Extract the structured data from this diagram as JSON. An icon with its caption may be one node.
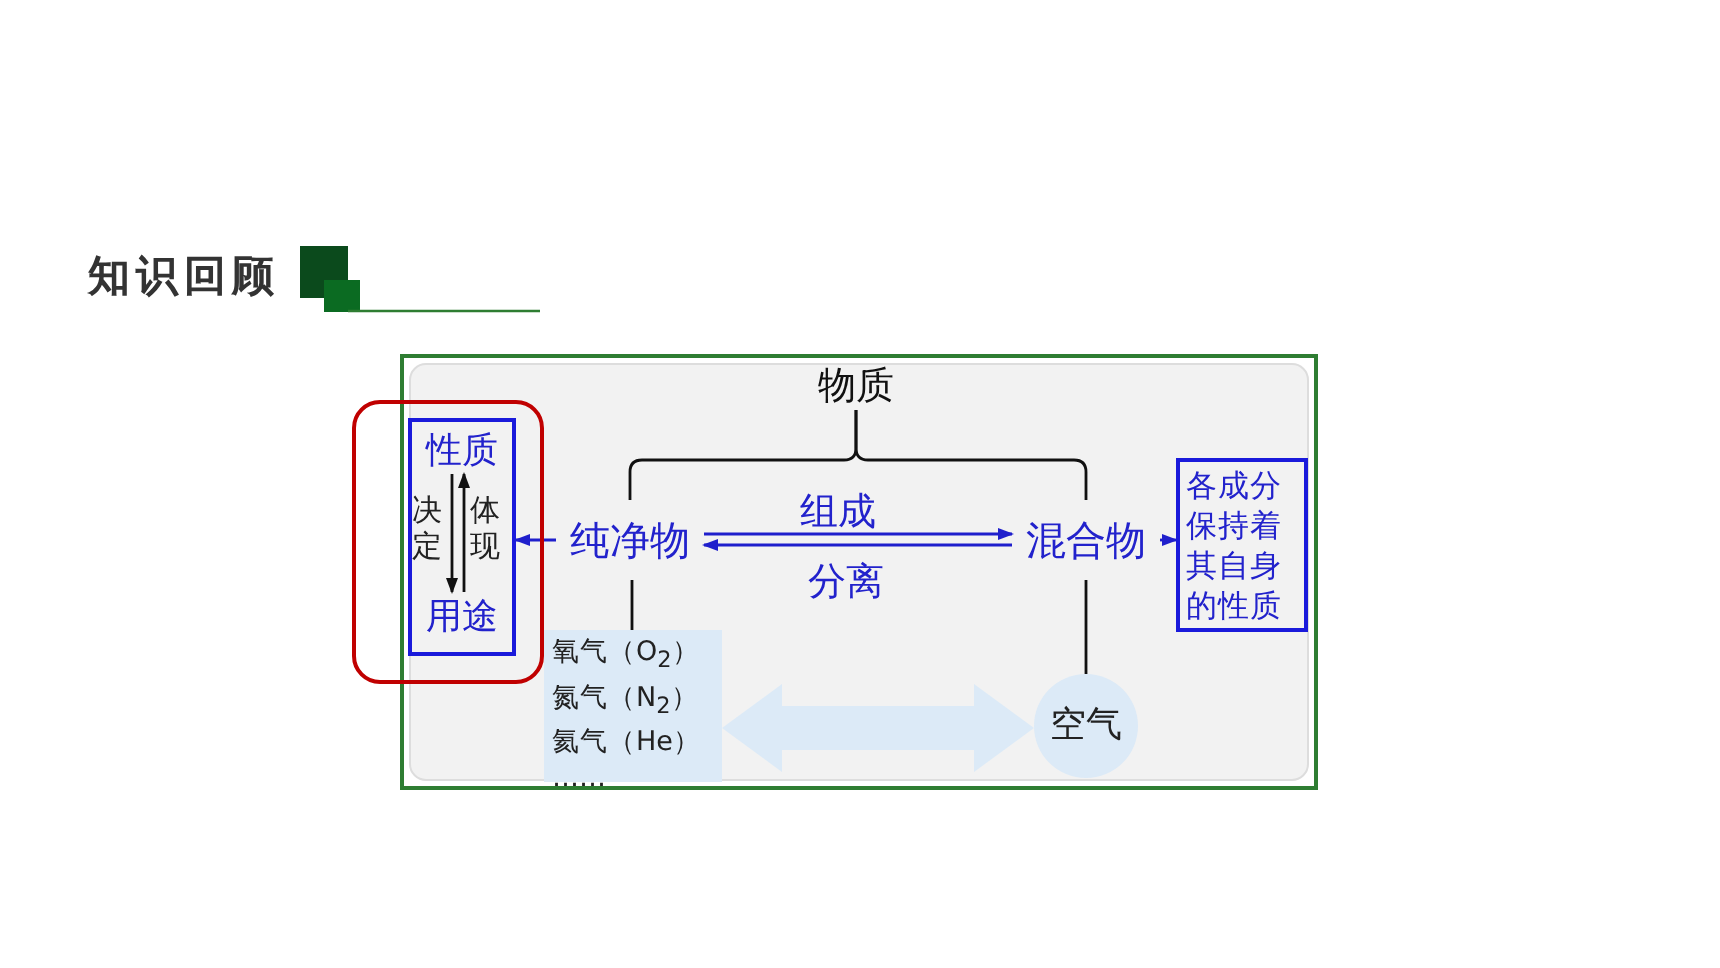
{
  "diagram": {
    "title": "知识回顾",
    "nodes": [
      {
        "text": [],
        "shape": "box"
      },
      {
        "text": [],
        "shape": "box",
        "in": 0
      },
      {
        "text": [
          "性质"
        ],
        "in": 1
      },
      {
        "text": [
          "用途"
        ],
        "in": 1
      },
      {
        "text": [
          "物质"
        ]
      },
      {
        "text": [
          "纯净物"
        ]
      },
      {
        "text": [
          "混合物"
        ]
      },
      {
        "text": [
          "各成分保持着其自身的性质"
        ]
      },
      {
        "text": [
          "氧气（O$_{2}$）",
          "氮气（N$_{2}$）",
          "氦气（He）",
          "……"
        ]
      },
      {
        "text": [
          "空气"
        ]
      }
    ],
    "edges": [
      {
        "from": 2,
        "to": 3,
        "arrow": "to",
        "label": "决定"
      },
      {
        "from": 3,
        "to": 2,
        "arrow": "to",
        "label": "体现"
      },
      {
        "from": 5,
        "to": 1,
        "arrow": "to",
        "color": "#1f1fcc"
      },
      {
        "from": 4,
        "to": 5,
        "arrow": "none"
      },
      {
        "from": 4,
        "to": 6,
        "arrow": "none"
      },
      {
        "from": 5,
        "to": 6,
        "arrow": "to",
        "label": "组成",
        "color": "#1f1fcc"
      },
      {
        "from": 6,
        "to": 5,
        "arrow": "to",
        "label": "分离",
        "color": "#1f1fcc"
      },
      {
        "from": 6,
        "to": 7,
        "arrow": "to",
        "color": "#1f1fcc"
      },
      {
        "from": 5,
        "to": 8,
        "arrow": "none"
      },
      {
        "from": 6,
        "to": 9,
        "arrow": "none"
      },
      {
        "from": 8,
        "to": 9,
        "arrow": "both",
        "style": "thick",
        "color": "#dceaf7"
      }
    ]
  }
}
